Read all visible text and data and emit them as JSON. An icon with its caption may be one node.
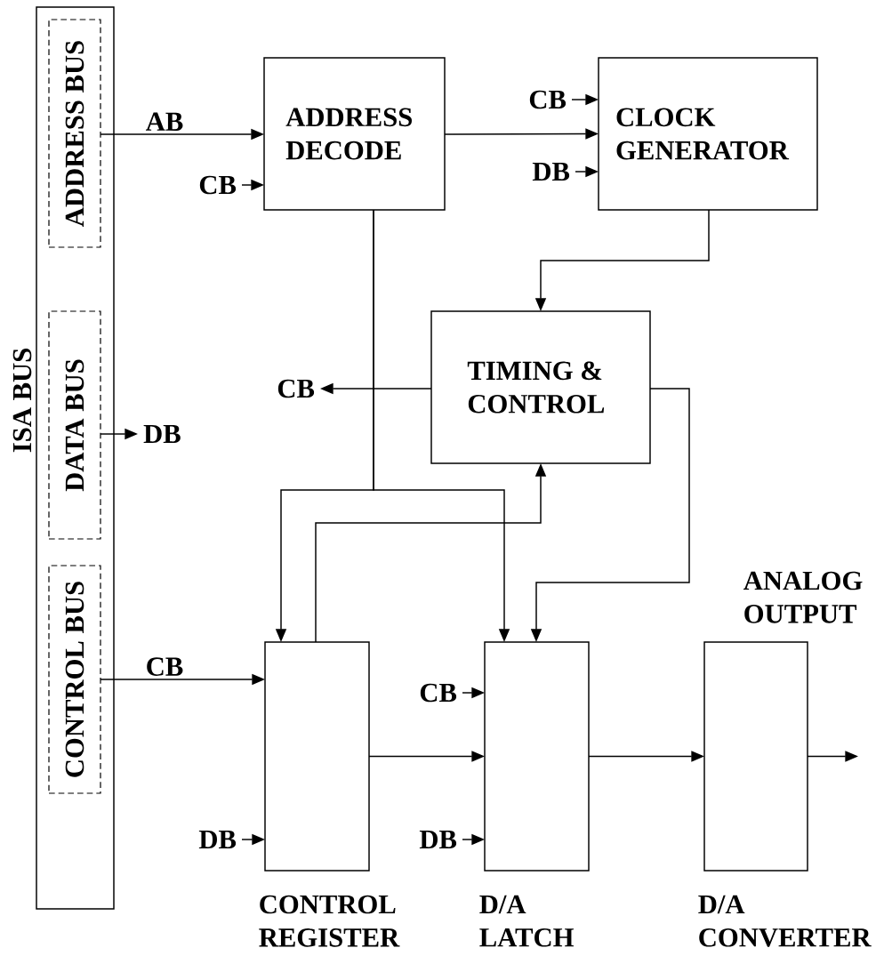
{
  "diagram": {
    "nodes": [
      {
        "text": [
          "ISA BUS"
        ]
      },
      {
        "text": [
          "ADDRESS BUS"
        ],
        "in": 0
      },
      {
        "text": [
          "DATA  BUS"
        ],
        "in": 0
      },
      {
        "text": [
          "CONTROL  BUS"
        ],
        "in": 0
      },
      {
        "text": [
          "ADDRESS DECODE"
        ]
      },
      {
        "text": [
          "CLOCK GENERATOR"
        ]
      },
      {
        "text": [
          "TIMING & CONTROL"
        ]
      },
      {
        "text": [
          "CONTROL REGISTER"
        ]
      },
      {
        "text": [
          "D/A LATCH"
        ]
      },
      {
        "text": [
          "D/A CONVERTER"
        ]
      },
      {
        "text": [
          "CB"
        ]
      },
      {
        "text": [
          "CB"
        ]
      },
      {
        "text": [
          "DB"
        ]
      },
      {
        "text": [
          "CB"
        ]
      },
      {
        "text": [
          "DB"
        ]
      },
      {
        "text": [
          "DB"
        ]
      },
      {
        "text": [
          "CB"
        ]
      },
      {
        "text": [
          "DB"
        ]
      }
    ],
    "edges": [
      {
        "from": 1,
        "to": 4,
        "arrow": "to",
        "label": "AB"
      },
      {
        "from": 10,
        "to": 4,
        "arrow": "to"
      },
      {
        "from": 4,
        "to": 5,
        "arrow": "to"
      },
      {
        "from": 11,
        "to": 5,
        "arrow": "to"
      },
      {
        "from": 12,
        "to": 5,
        "arrow": "to"
      },
      {
        "from": 5,
        "to": 6,
        "arrow": "to"
      },
      {
        "from": 6,
        "to": 13,
        "arrow": "to"
      },
      {
        "from": 2,
        "to": 14,
        "arrow": "to"
      },
      {
        "from": 4,
        "to": 7,
        "arrow": "to"
      },
      {
        "from": 4,
        "to": 8,
        "arrow": "to"
      },
      {
        "from": 7,
        "to": 6,
        "arrow": "to"
      },
      {
        "from": 6,
        "to": 8,
        "arrow": "to"
      },
      {
        "from": 3,
        "to": 7,
        "arrow": "to",
        "label": "CB"
      },
      {
        "from": 15,
        "to": 7,
        "arrow": "to"
      },
      {
        "from": 7,
        "to": 8,
        "arrow": "to"
      },
      {
        "from": 16,
        "to": 8,
        "arrow": "to"
      },
      {
        "from": 17,
        "to": 8,
        "arrow": "to"
      },
      {
        "from": 8,
        "to": 9,
        "arrow": "to"
      },
      {
        "from": 9,
        "to": null,
        "arrow": "to"
      }
    ],
    "labels": [
      "ANALOG OUTPUT"
    ]
  }
}
